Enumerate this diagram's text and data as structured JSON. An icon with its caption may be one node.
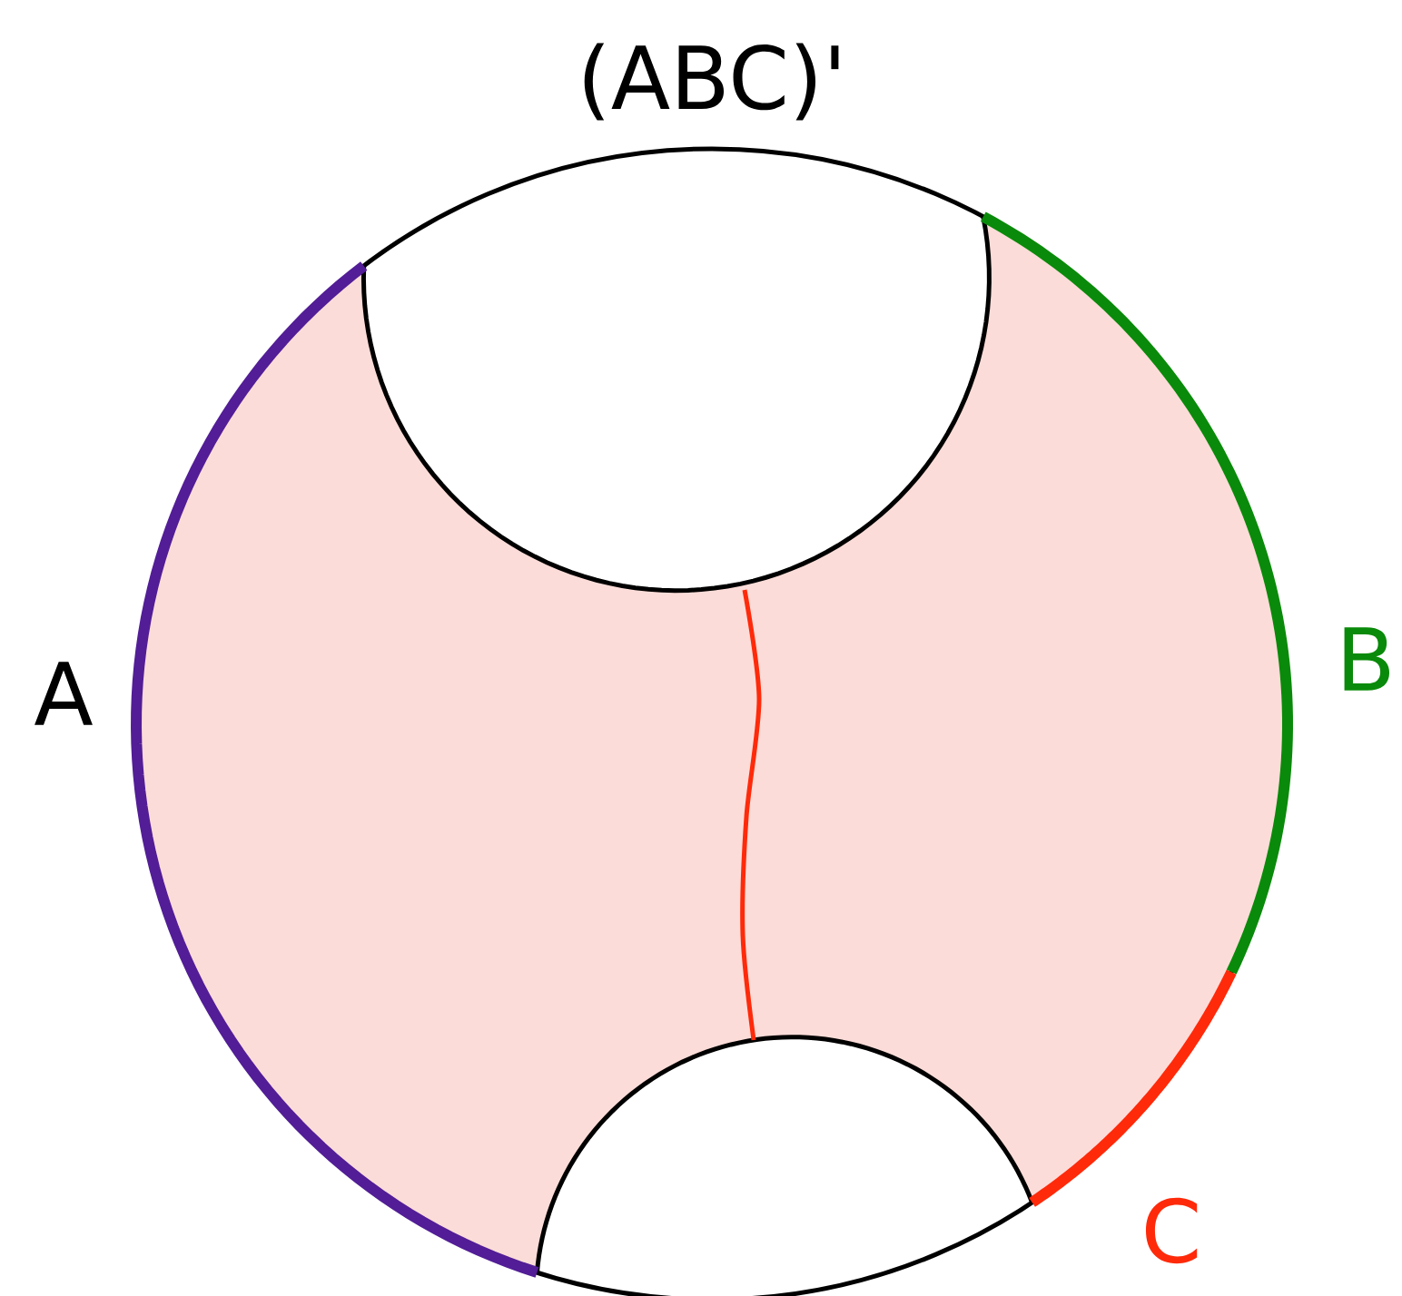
{
  "diagram": {
    "labels": [
      "(ABC)'",
      "A",
      "B",
      "C"
    ]
  }
}
